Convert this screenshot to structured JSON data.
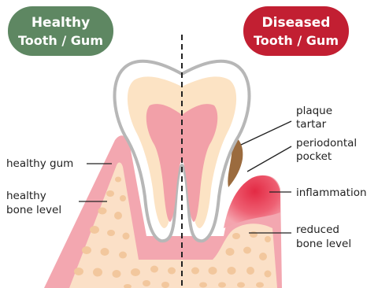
{
  "badges": {
    "healthy": {
      "line1": "Healthy",
      "line2": "Tooth / Gum",
      "color": "#5e8762"
    },
    "diseased": {
      "line1": "Diseased",
      "line2": "Tooth / Gum",
      "color": "#c21f32"
    }
  },
  "labels": {
    "plaque": "plaque",
    "tartar": "tartar",
    "periodontal": "periodontal",
    "pocket": "pocket",
    "inflammation": "inflammation",
    "reduced": "reduced",
    "bone_level_right": "bone level",
    "healthy_gum": "healthy gum",
    "healthy": "healthy",
    "bone_level_left": "bone level"
  },
  "colors": {
    "gum": "#f3a7b0",
    "inflamed_gum": "#e8384e",
    "bone": "#fbe0c7",
    "bone_spots": "#f2c79d",
    "enamel": "#ffffff",
    "dentin": "#fce3c4",
    "pulp": "#f2a0a8",
    "tartar": "#9b6b3e",
    "divider": "#222222"
  }
}
